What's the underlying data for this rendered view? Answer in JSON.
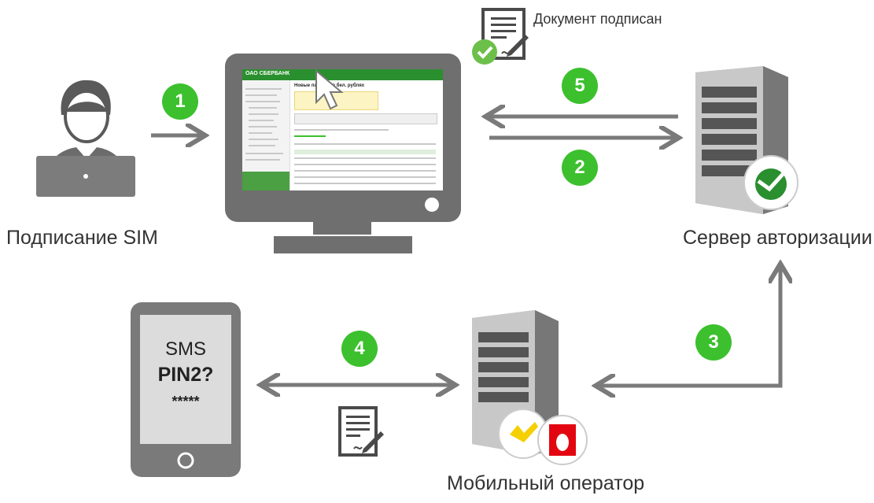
{
  "labels": {
    "sim_signing": "Подписание SIM",
    "auth_server": "Сервер авторизации",
    "mobile_operator": "Мобильный оператор",
    "document_signed": "Документ подписан"
  },
  "steps": [
    "1",
    "2",
    "3",
    "4",
    "5"
  ],
  "sms": {
    "title": "SMS",
    "pin": "PIN2?",
    "mask": "*****"
  },
  "screen": {
    "bank_logo": "ОАО СБЕРБАНК",
    "page_title": "Новые платежи в бел. рублях"
  },
  "colors": {
    "step_green": "#3cc02e",
    "arrow": "#7a7a7a",
    "device_dark": "#6f6f6f",
    "sberbank_green": "#2a8f2e"
  },
  "icons": [
    "user-laptop-icon",
    "monitor-icon",
    "server-icon",
    "phone-icon",
    "document-signed-icon",
    "document-sign-icon",
    "sberbank-logo-icon",
    "beeline-logo-icon",
    "mts-logo-icon",
    "cursor-icon",
    "checkmark-icon"
  ]
}
